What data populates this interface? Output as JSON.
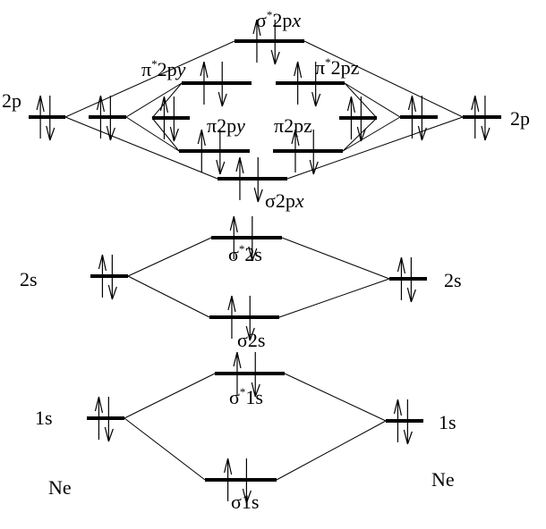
{
  "title_left_atom": "Ne",
  "title_right_atom": "Ne",
  "atomic_orbitals": {
    "left_2p": "2p",
    "right_2p": "2p",
    "left_2s": "2s",
    "right_2s": "2s",
    "left_1s": "1s",
    "right_1s": "1s"
  },
  "molecular_orbitals": {
    "sigma_star_2px": {
      "greek": "σ",
      "star": "*",
      "base": "2p",
      "axis": "x"
    },
    "pi_star_2py": {
      "greek": "π",
      "star": "*",
      "base": "2p",
      "axis": "y"
    },
    "pi_star_2pz": {
      "greek": "π",
      "star": "*",
      "base": "2p",
      "axis": "z"
    },
    "pi_2py": {
      "greek": "π",
      "base": "2p",
      "axis": "y"
    },
    "pi_2pz": {
      "greek": "π",
      "base": "2p",
      "axis": "z"
    },
    "sigma_2px": {
      "greek": "σ",
      "base": "2p",
      "axis": "x"
    },
    "sigma_star_2s": {
      "greek": "σ",
      "star": "*",
      "base": "2s"
    },
    "sigma_2s": {
      "greek": "σ",
      "base": "2s"
    },
    "sigma_star_1s": {
      "greek": "σ",
      "star": "*",
      "base": "1s"
    },
    "sigma_1s": {
      "greek": "σ",
      "base": "1s"
    }
  },
  "electrons_per_level": 2,
  "colors": {
    "ink": "#000000",
    "background": "#ffffff"
  }
}
